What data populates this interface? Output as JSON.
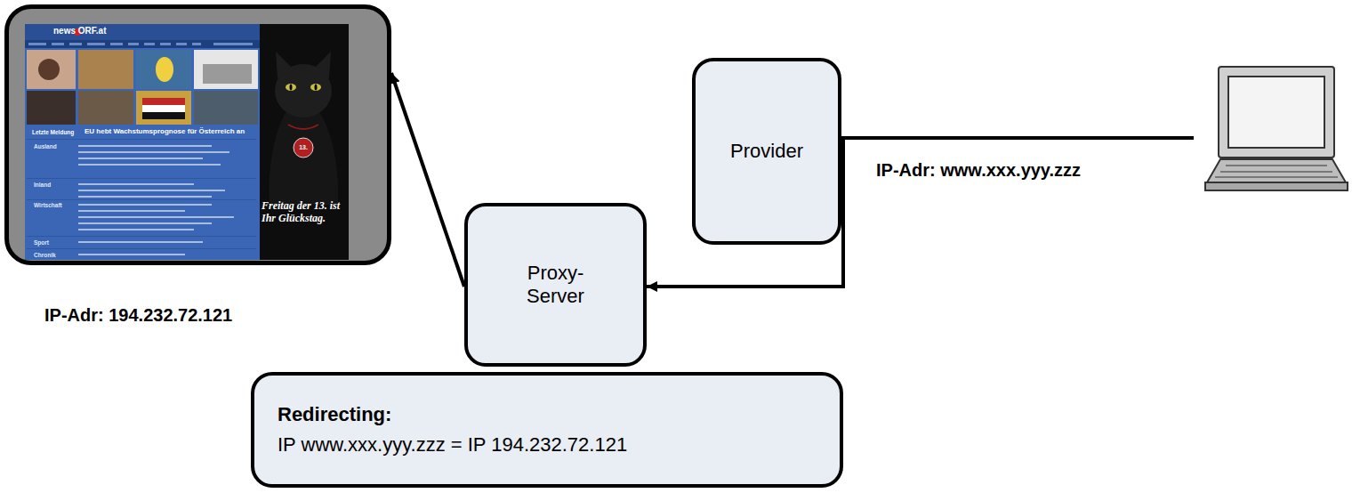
{
  "diagram": {
    "nodes": [
      {
        "text": [
          "news ORF.at",
          "Letzte Meldung",
          "EU hebt Wachstumsprognose für Österreich an",
          "Ausland",
          "Inland",
          "Wirtschaft",
          "Sport",
          "Chronik",
          "13.",
          "Freitag der 13. ist Ihr Glückstag."
        ]
      },
      {
        "text": [
          "Provider"
        ]
      },
      {
        "text": [
          "Proxy- Server"
        ]
      },
      {
        "text": [
          "Redirecting:",
          "IP www.xxx.yyy.zzz = IP 194.232.72.121"
        ]
      }
    ],
    "edges": [
      {
        "from": 2,
        "to": 0,
        "arrow": "to"
      },
      {
        "from": 1,
        "to": 2,
        "arrow": "to"
      }
    ],
    "labels": [
      "IP-Adr: www.xxx.yyy.zzz",
      "IP-Adr: 194.232.72.121"
    ]
  }
}
